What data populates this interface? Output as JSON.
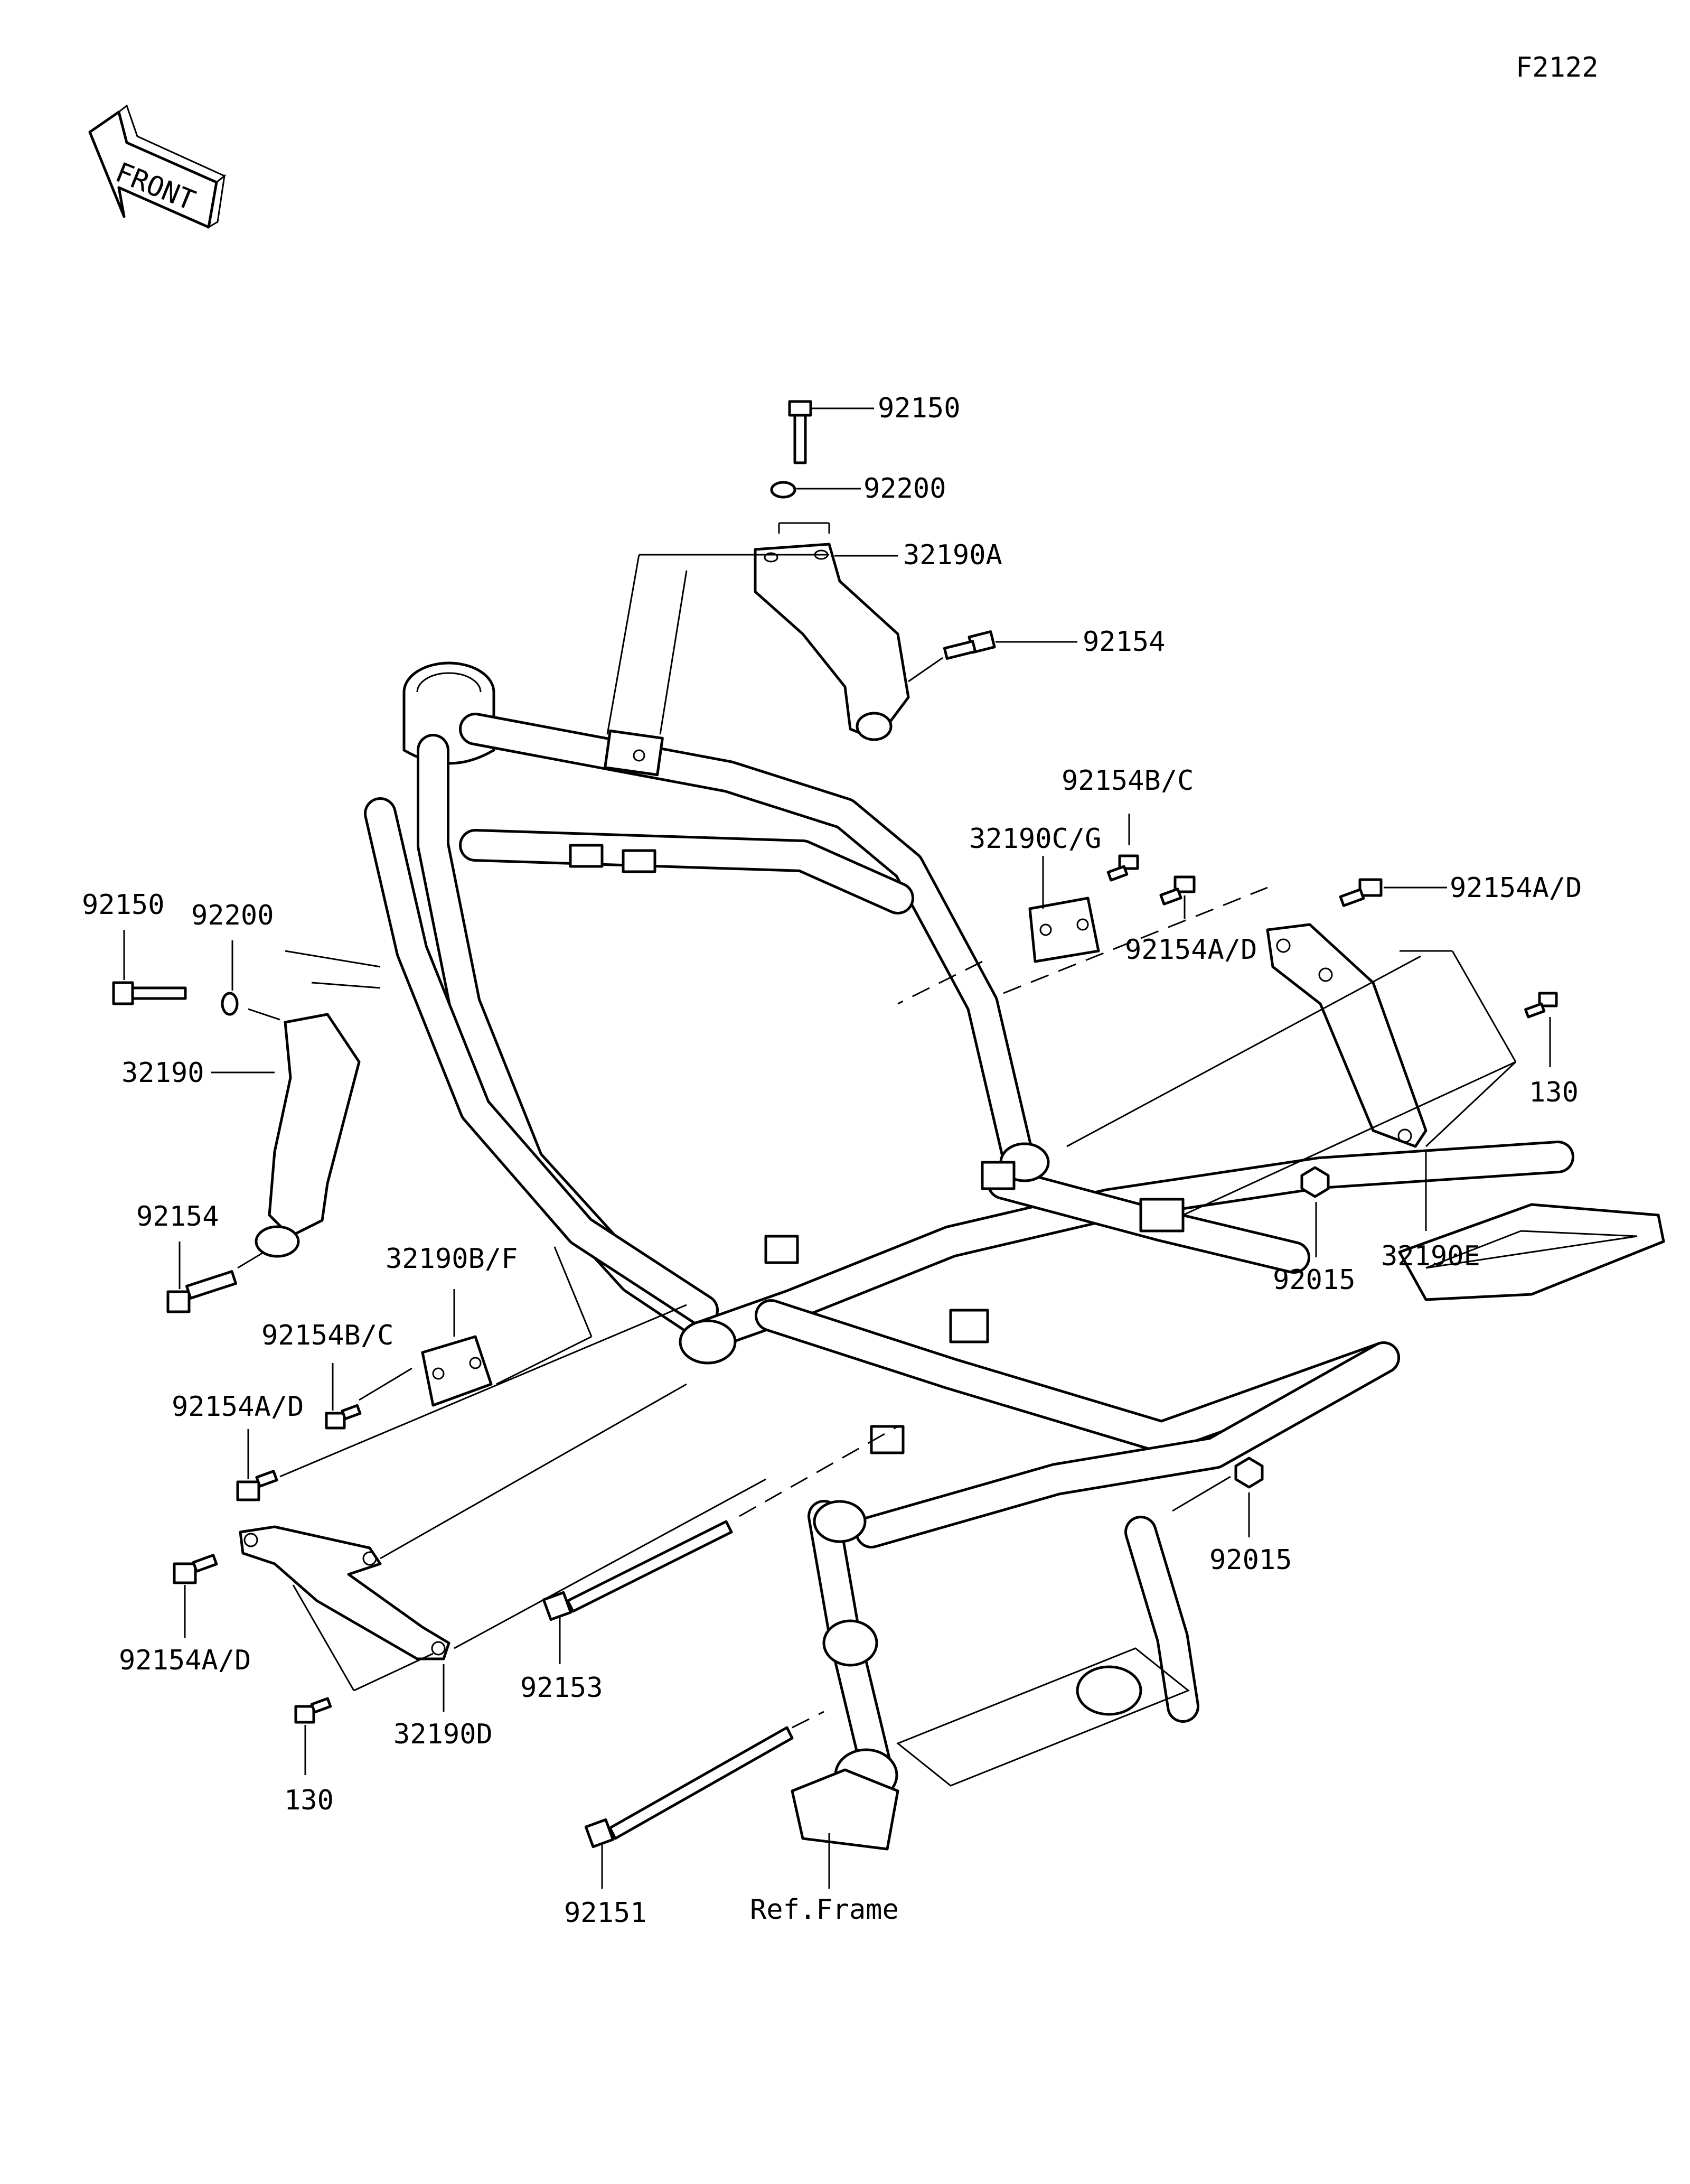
{
  "figure_id": "F2122",
  "front_arrow": {
    "text": "FRONT",
    "icon": "front-direction-arrow-icon"
  },
  "ref_note": "Ref.Frame",
  "callouts": {
    "top_bolt": "92150",
    "top_washer": "92200",
    "top_bracket": "32190A",
    "top_side_bolt": "92154",
    "mid_bolt_bc": "92154B/C",
    "mid_plate": "32190C/G",
    "mid_bolt_ad": "92154A/D",
    "right_bolt_ad": "92154A/D",
    "right_bolt_130": "130",
    "right_bracket": "32190E",
    "right_nut_upper": "92015",
    "right_nut_lower": "92015",
    "left_bolt": "92150",
    "left_washer": "92200",
    "left_bracket": "32190",
    "left_lower_bolt": "92154",
    "left_plate": "32190B/F",
    "left_bolt_bc": "92154B/C",
    "left_bolt_ad_upper": "92154A/D",
    "left_bolt_ad_lower": "92154A/D",
    "left_bracket_d": "32190D",
    "left_bolt_130": "130",
    "through_bolt_upper": "92153",
    "through_bolt_lower": "92151"
  }
}
